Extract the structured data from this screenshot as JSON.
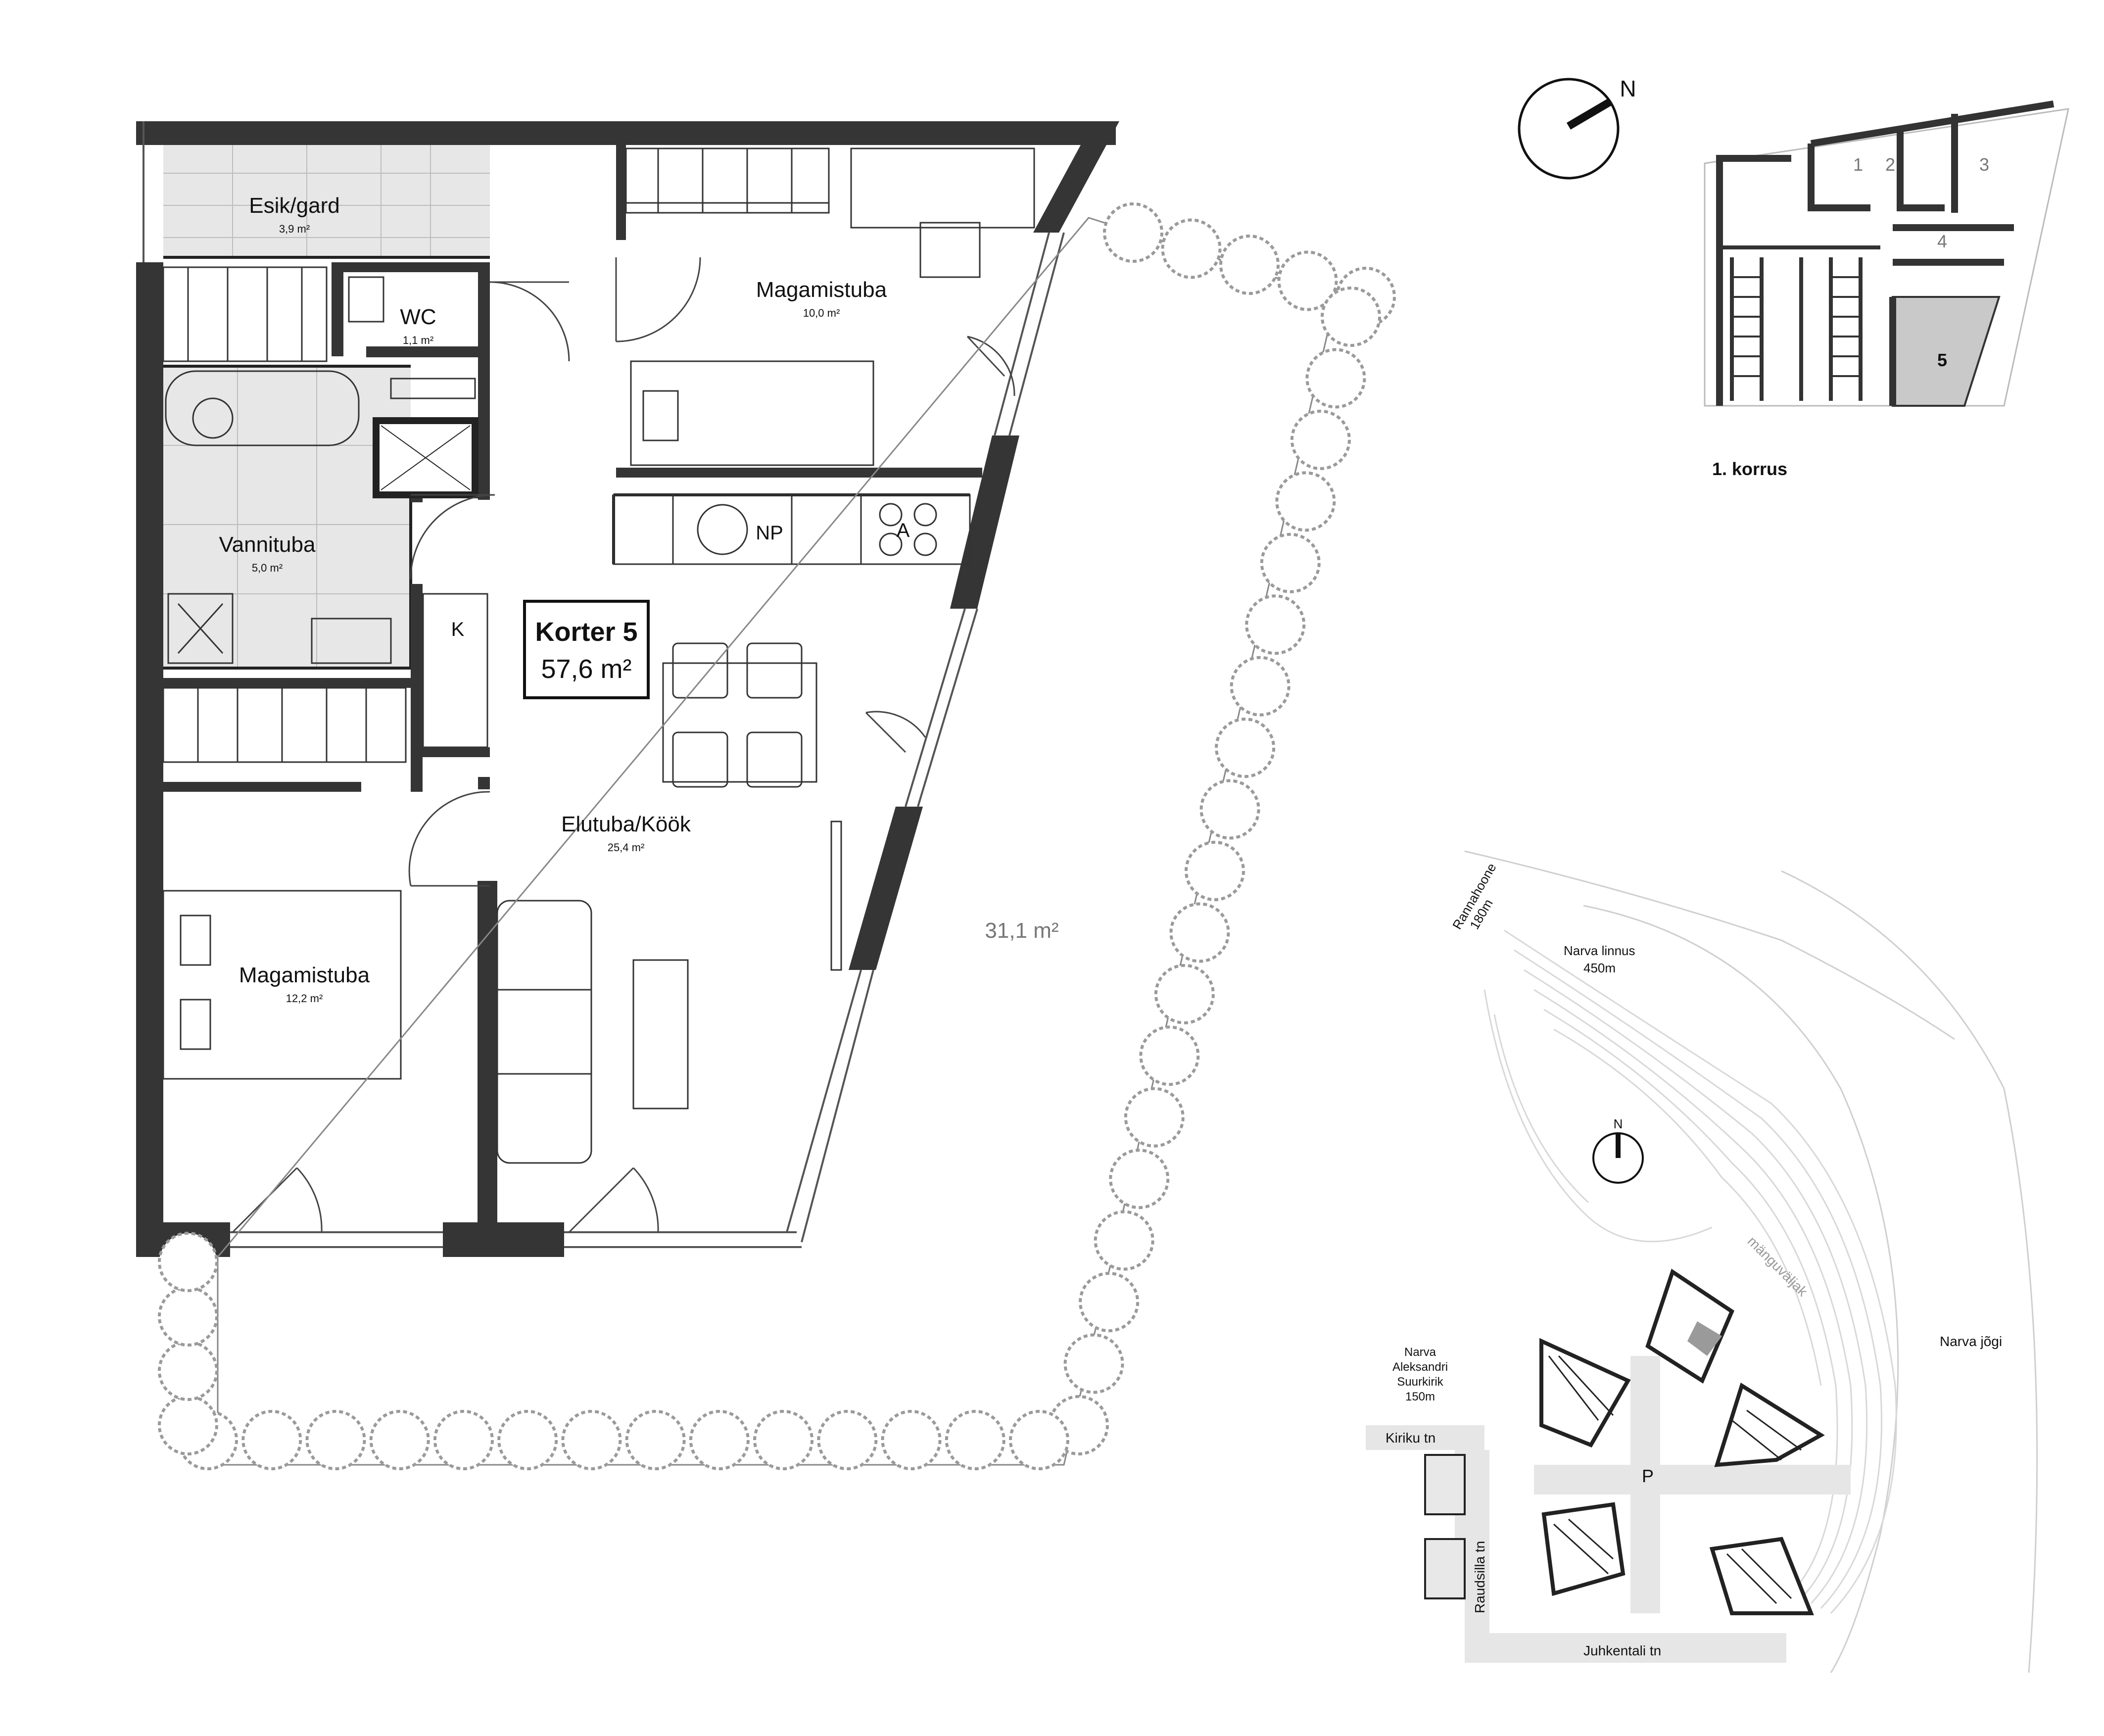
{
  "plan": {
    "rooms": [
      {
        "name": "Esik/gard",
        "area": "3,9 m²"
      },
      {
        "name": "WC",
        "area": "1,1 m²"
      },
      {
        "name": "Magamistuba",
        "area": "10,0 m²"
      },
      {
        "name": "Vannituba",
        "area": "5,0 m²"
      },
      {
        "name": "Elutuba/Köök",
        "area": "25,4 m²"
      },
      {
        "name": "Magamistuba",
        "area": "12,2 m²"
      }
    ],
    "fixtures": {
      "k": "K",
      "np": "NP",
      "a": "A"
    },
    "apartment": {
      "title": "Korter 5",
      "area": "57,6 m²"
    },
    "terrace_area": "31,1 m²"
  },
  "compass_top": {
    "label": "N"
  },
  "floor_key": {
    "units": [
      "1",
      "2",
      "3",
      "4",
      "5"
    ],
    "highlighted_unit": "5",
    "floor_label": "1. korrus",
    "highlight_color": "#c9c9c9"
  },
  "site": {
    "compass_label": "N",
    "labels": {
      "rannahoone": "Rannahoone",
      "rannahoone_dist": "180m",
      "narva_linnus": "Narva linnus",
      "narva_linnus_dist": "450m",
      "manguvaljak": "mänguväljak",
      "narva_jogi": "Narva jõgi",
      "church_1": "Narva",
      "church_2": "Aleksandri",
      "church_3": "Suurkirik",
      "church_dist": "150m",
      "kiriku": "Kiriku tn",
      "raudsilla": "Raudsilla tn",
      "juhkentali": "Juhkentali tn",
      "parking": "P"
    }
  }
}
